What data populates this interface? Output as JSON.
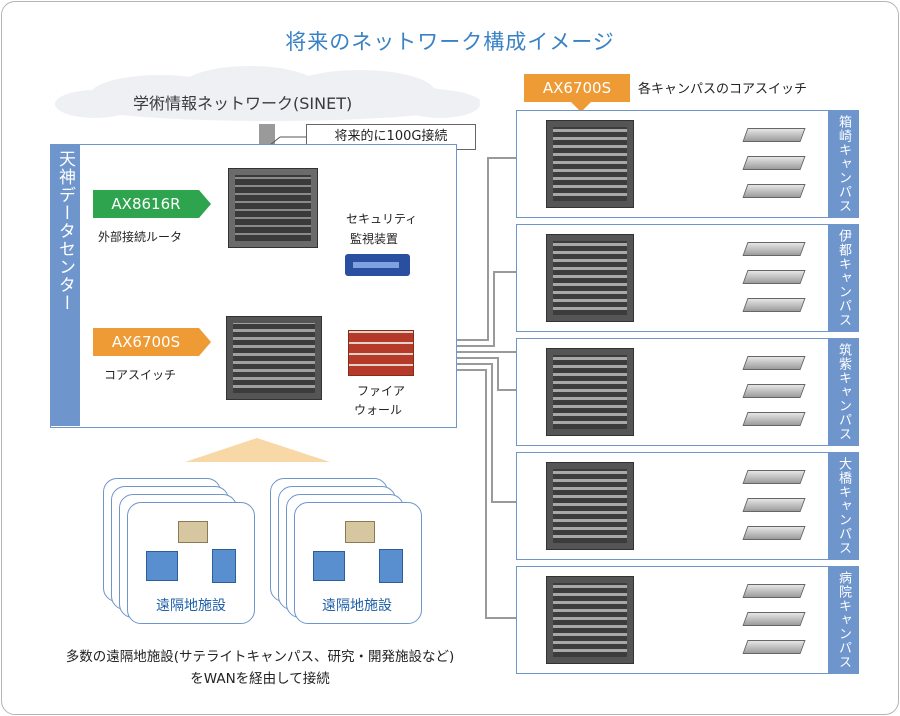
{
  "title": "将来のネットワーク構成イメージ",
  "sinet_label": "学術情報ネットワーク(SINET)",
  "callout": "将来的に100G接続",
  "datacenter": {
    "label": "天神データセンター",
    "router_tag": "AX8616R",
    "router_desc": "外部接続ルータ",
    "switch_tag": "AX6700S",
    "switch_desc": "コアスイッチ",
    "security_label_1": "セキュリティ",
    "security_label_2": "監視装置",
    "firewall_label_1": "ファイア",
    "firewall_label_2": "ウォール"
  },
  "campus_header": {
    "tag": "AX6700S",
    "desc": "各キャンパスのコアスイッチ"
  },
  "campuses": [
    {
      "label": "箱崎キャンパス"
    },
    {
      "label": "伊都キャンパス"
    },
    {
      "label": "筑紫キャンパス"
    },
    {
      "label": "大橋キャンパス"
    },
    {
      "label": "病院キャンパス"
    }
  ],
  "remote": {
    "label_left": "遠隔地施設",
    "label_right": "遠隔地施設",
    "caption_line1": "多数の遠隔地施設(サテライトキャンパス、研究・開発施設など)",
    "caption_line2": "をWANを経由して接続"
  },
  "colors": {
    "title_blue": "#3a82c4",
    "frame_blue": "#6f95cd",
    "green_tag": "#2ea44f",
    "orange_tag": "#ee9a35",
    "remote_blue": "#2160a8"
  }
}
